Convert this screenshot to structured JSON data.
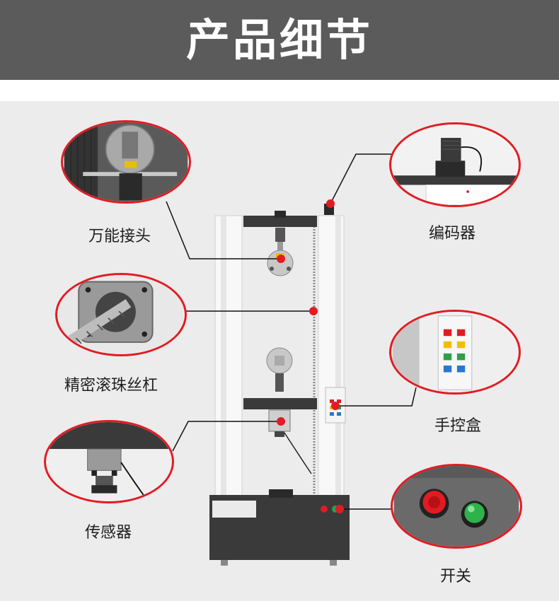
{
  "header": {
    "title": "产品细节"
  },
  "callouts": {
    "universal_joint": "万能接头",
    "encoder": "编码器",
    "ball_screw": "精密滚珠丝杠",
    "hand_control_box": "手控盒",
    "sensor": "传感器",
    "switch": "开关"
  },
  "colors": {
    "accent": "#e21b23",
    "banner": "#5b5b5b"
  },
  "icons": [
    "joint-detail",
    "encoder-detail",
    "ball-screw-detail",
    "control-box-detail",
    "sensor-detail",
    "switch-detail",
    "testing-machine"
  ]
}
